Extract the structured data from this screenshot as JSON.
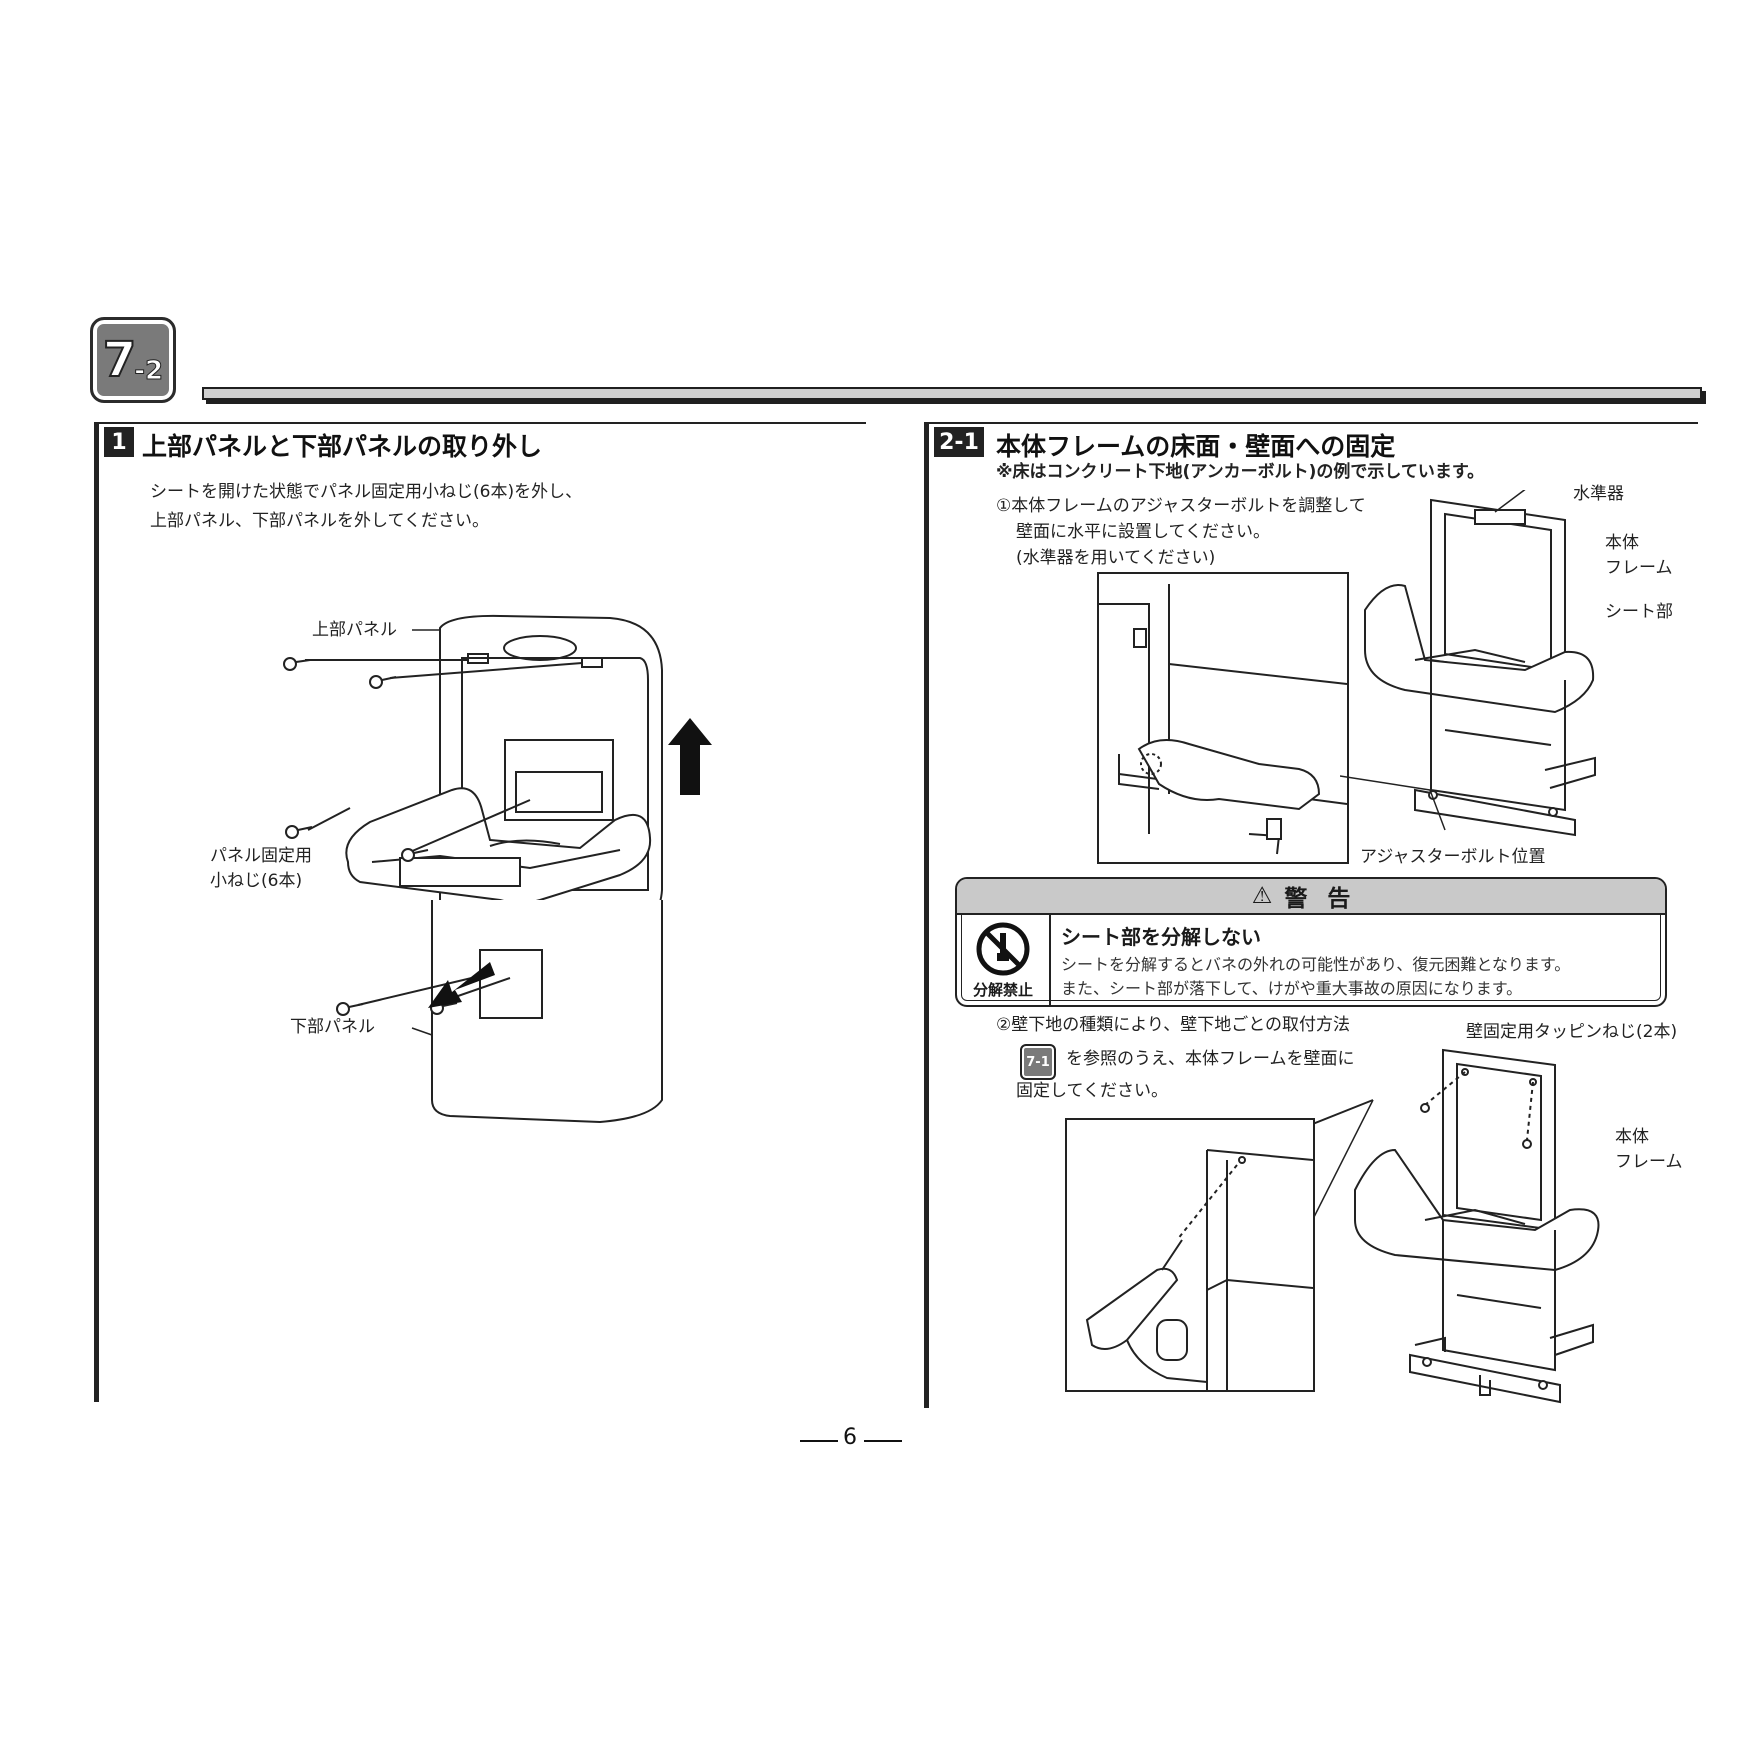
{
  "chapter": {
    "main": "7",
    "sub": "-2"
  },
  "section1": {
    "number": "1",
    "title": "上部パネルと下部パネルの取り外し",
    "instruction_line1": "シートを開けた状態でパネル固定用小ねじ(6本)を外し、",
    "instruction_line2": "上部パネル、下部パネルを外してください。",
    "labels": {
      "upper_panel": "上部パネル",
      "screws_line1": "パネル固定用",
      "screws_line2": "小ねじ(6本)",
      "lower_panel": "下部パネル"
    }
  },
  "section2": {
    "number": "2-1",
    "title": "本体フレームの床面・壁面への固定",
    "note": "※床はコンクリート下地(アンカーボルト)の例で示しています。",
    "step1_line1": "①本体フレームのアジャスターボルトを調整して",
    "step1_line2": "壁面に水平に設置してください。",
    "step1_line3": "(水準器を用いてください)",
    "labels": {
      "level": "水準器",
      "frame_line1": "本体",
      "frame_line2": "フレーム",
      "seat": "シート部",
      "adjuster": "アジャスターボルト位置",
      "tapping_screws": "壁固定用タッピンねじ(2本)"
    },
    "step2_line1": "②壁下地の種類により、壁下地ごとの取付方法",
    "step2_ref": "7-1",
    "step2_line2": "を参照のうえ、本体フレームを壁面に",
    "step2_line3": "固定してください。"
  },
  "warning": {
    "header": "警告",
    "icon_label": "分解禁止",
    "title": "シート部を分解しない",
    "line1": "シートを分解するとバネの外れの可能性があり、復元困難となります。",
    "line2": "また、シート部が落下して、けがや重大事故の原因になります。"
  },
  "footer": {
    "page_number": "6"
  }
}
